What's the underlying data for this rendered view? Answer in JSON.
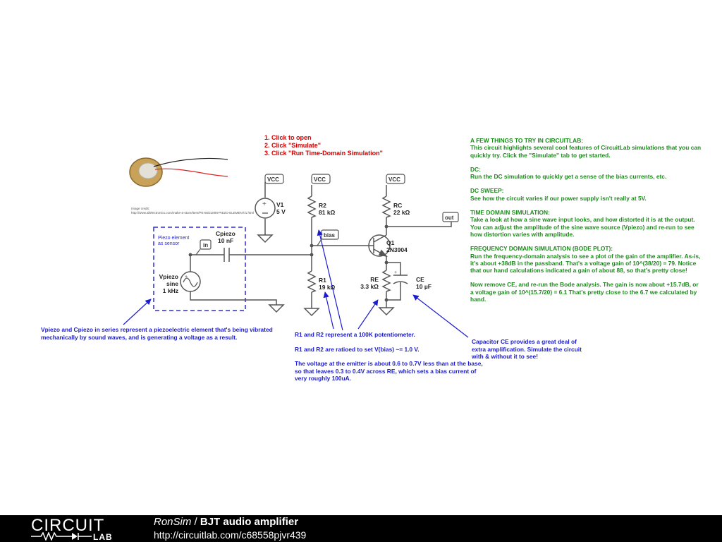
{
  "instructions": [
    "1. Click to open",
    "2. Click \"Simulate\"",
    "3. Click \"Run Time-Domain Simulation\""
  ],
  "image_credit": {
    "label": "Image credit:",
    "url": "http://www.allelectronics.com/make-a-store/item/PE-56/21MM-PIEZO-ELEMENT/1.html"
  },
  "schematic": {
    "piezo_box_label": [
      "Piezo element",
      "as sensor"
    ],
    "vcc_label": "VCC",
    "in_label": "in",
    "bias_label": "bias",
    "out_label": "out",
    "components": {
      "cpiezo": {
        "name": "Cpiezo",
        "value": "10 nF"
      },
      "vpiezo": {
        "name": "Vpiezo",
        "type": "sine",
        "value": "1 kHz"
      },
      "v1": {
        "name": "V1",
        "value": "5 V"
      },
      "r2": {
        "name": "R2",
        "value": "81 kΩ"
      },
      "r1": {
        "name": "R1",
        "value": "19 kΩ"
      },
      "rc": {
        "name": "RC",
        "value": "22 kΩ"
      },
      "q1": {
        "name": "Q1",
        "value": "2N3904"
      },
      "re": {
        "name": "RE",
        "value": "3.3 kΩ"
      },
      "ce": {
        "name": "CE",
        "value": "10 µF"
      }
    }
  },
  "notes": [
    {
      "heading": "A FEW THINGS TO TRY IN CIRCUITLAB:",
      "body": "This circuit highlights several cool features of CircuitLab simulations that you can quickly try. Click the \"Simulate\" tab to get started."
    },
    {
      "heading": "DC:",
      "body": "Run the DC simulation to quickly get a sense of the bias currents, etc."
    },
    {
      "heading": "DC SWEEP:",
      "body": "See how the circuit varies if our power supply isn't really at 5V."
    },
    {
      "heading": "TIME DOMAIN SIMULATION:",
      "body": "Take a look at how a sine wave input looks, and how distorted it is at the output. You can adjust the amplitude of the sine wave source (Vpiezo) and re-run to see how distortion varies with amplitude."
    },
    {
      "heading": "FREQUENCY DOMAIN SIMULATION (BODE PLOT):",
      "body": "Run the frequency-domain analysis to see a plot of the gain of the amplifier. As-is, it's about +38dB in the passband. That's a voltage gain of 10^(38/20) = 79. Notice that our hand calculations indicated a gain of about 88, so that's pretty close!"
    },
    {
      "heading": "",
      "body": "Now remove CE, and re-run the Bode analysis. The gain is now about +15.7dB, or a voltage gain of 10^(15.7/20) = 6.1 That's pretty close to the 6.7 we calculated by hand."
    }
  ],
  "annotations": {
    "piezo": "Vpiezo and Cpiezo in series represent a piezoelectric element that's being vibrated mechanically by sound waves, and is generating a voltage as a result.",
    "divider": [
      "R1 and R2 represent a 100K potentiometer.",
      "R1 and R2 are ratioed to set V(bias) ~= 1.0 V.",
      "The voltage at the emitter is about 0.6 to 0.7V less than at the base, so that leaves 0.3 to 0.4V across RE, which sets a bias current of very roughly 100uA."
    ],
    "capacitor": "Capacitor CE provides a great deal of extra amplification. Simulate the circuit with & without it to see!"
  },
  "footer": {
    "logo_top": "CIRCUIT",
    "logo_bottom": "LAB",
    "user": "RonSim",
    "separator": " / ",
    "title": "BJT audio amplifier",
    "url": "http://circuitlab.com/c68558pjvr439"
  },
  "colors": {
    "wire": "#555555",
    "annotation": "#1c1ccf",
    "instructions": "#d10000",
    "notes": "#1f8a1f",
    "footer_bg": "#000000"
  }
}
